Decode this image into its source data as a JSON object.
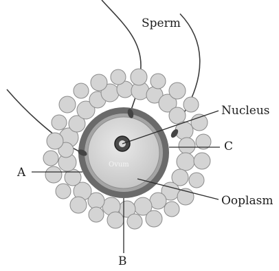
{
  "labels": {
    "sperm": "Sperm",
    "nucleus": "Nucleus",
    "c": "C",
    "a": "A",
    "ooplasm": "Ooplasm",
    "b": "B",
    "ovum": "Ovum"
  },
  "colors": {
    "background": "#ffffff",
    "cell_fill": "#d4d4d4",
    "cell_stroke": "#8a8a8a",
    "zona": "#6a6a6a",
    "ovum": "#d0d0d0",
    "line": "#2a2a2a",
    "text": "#1d1d1d"
  }
}
